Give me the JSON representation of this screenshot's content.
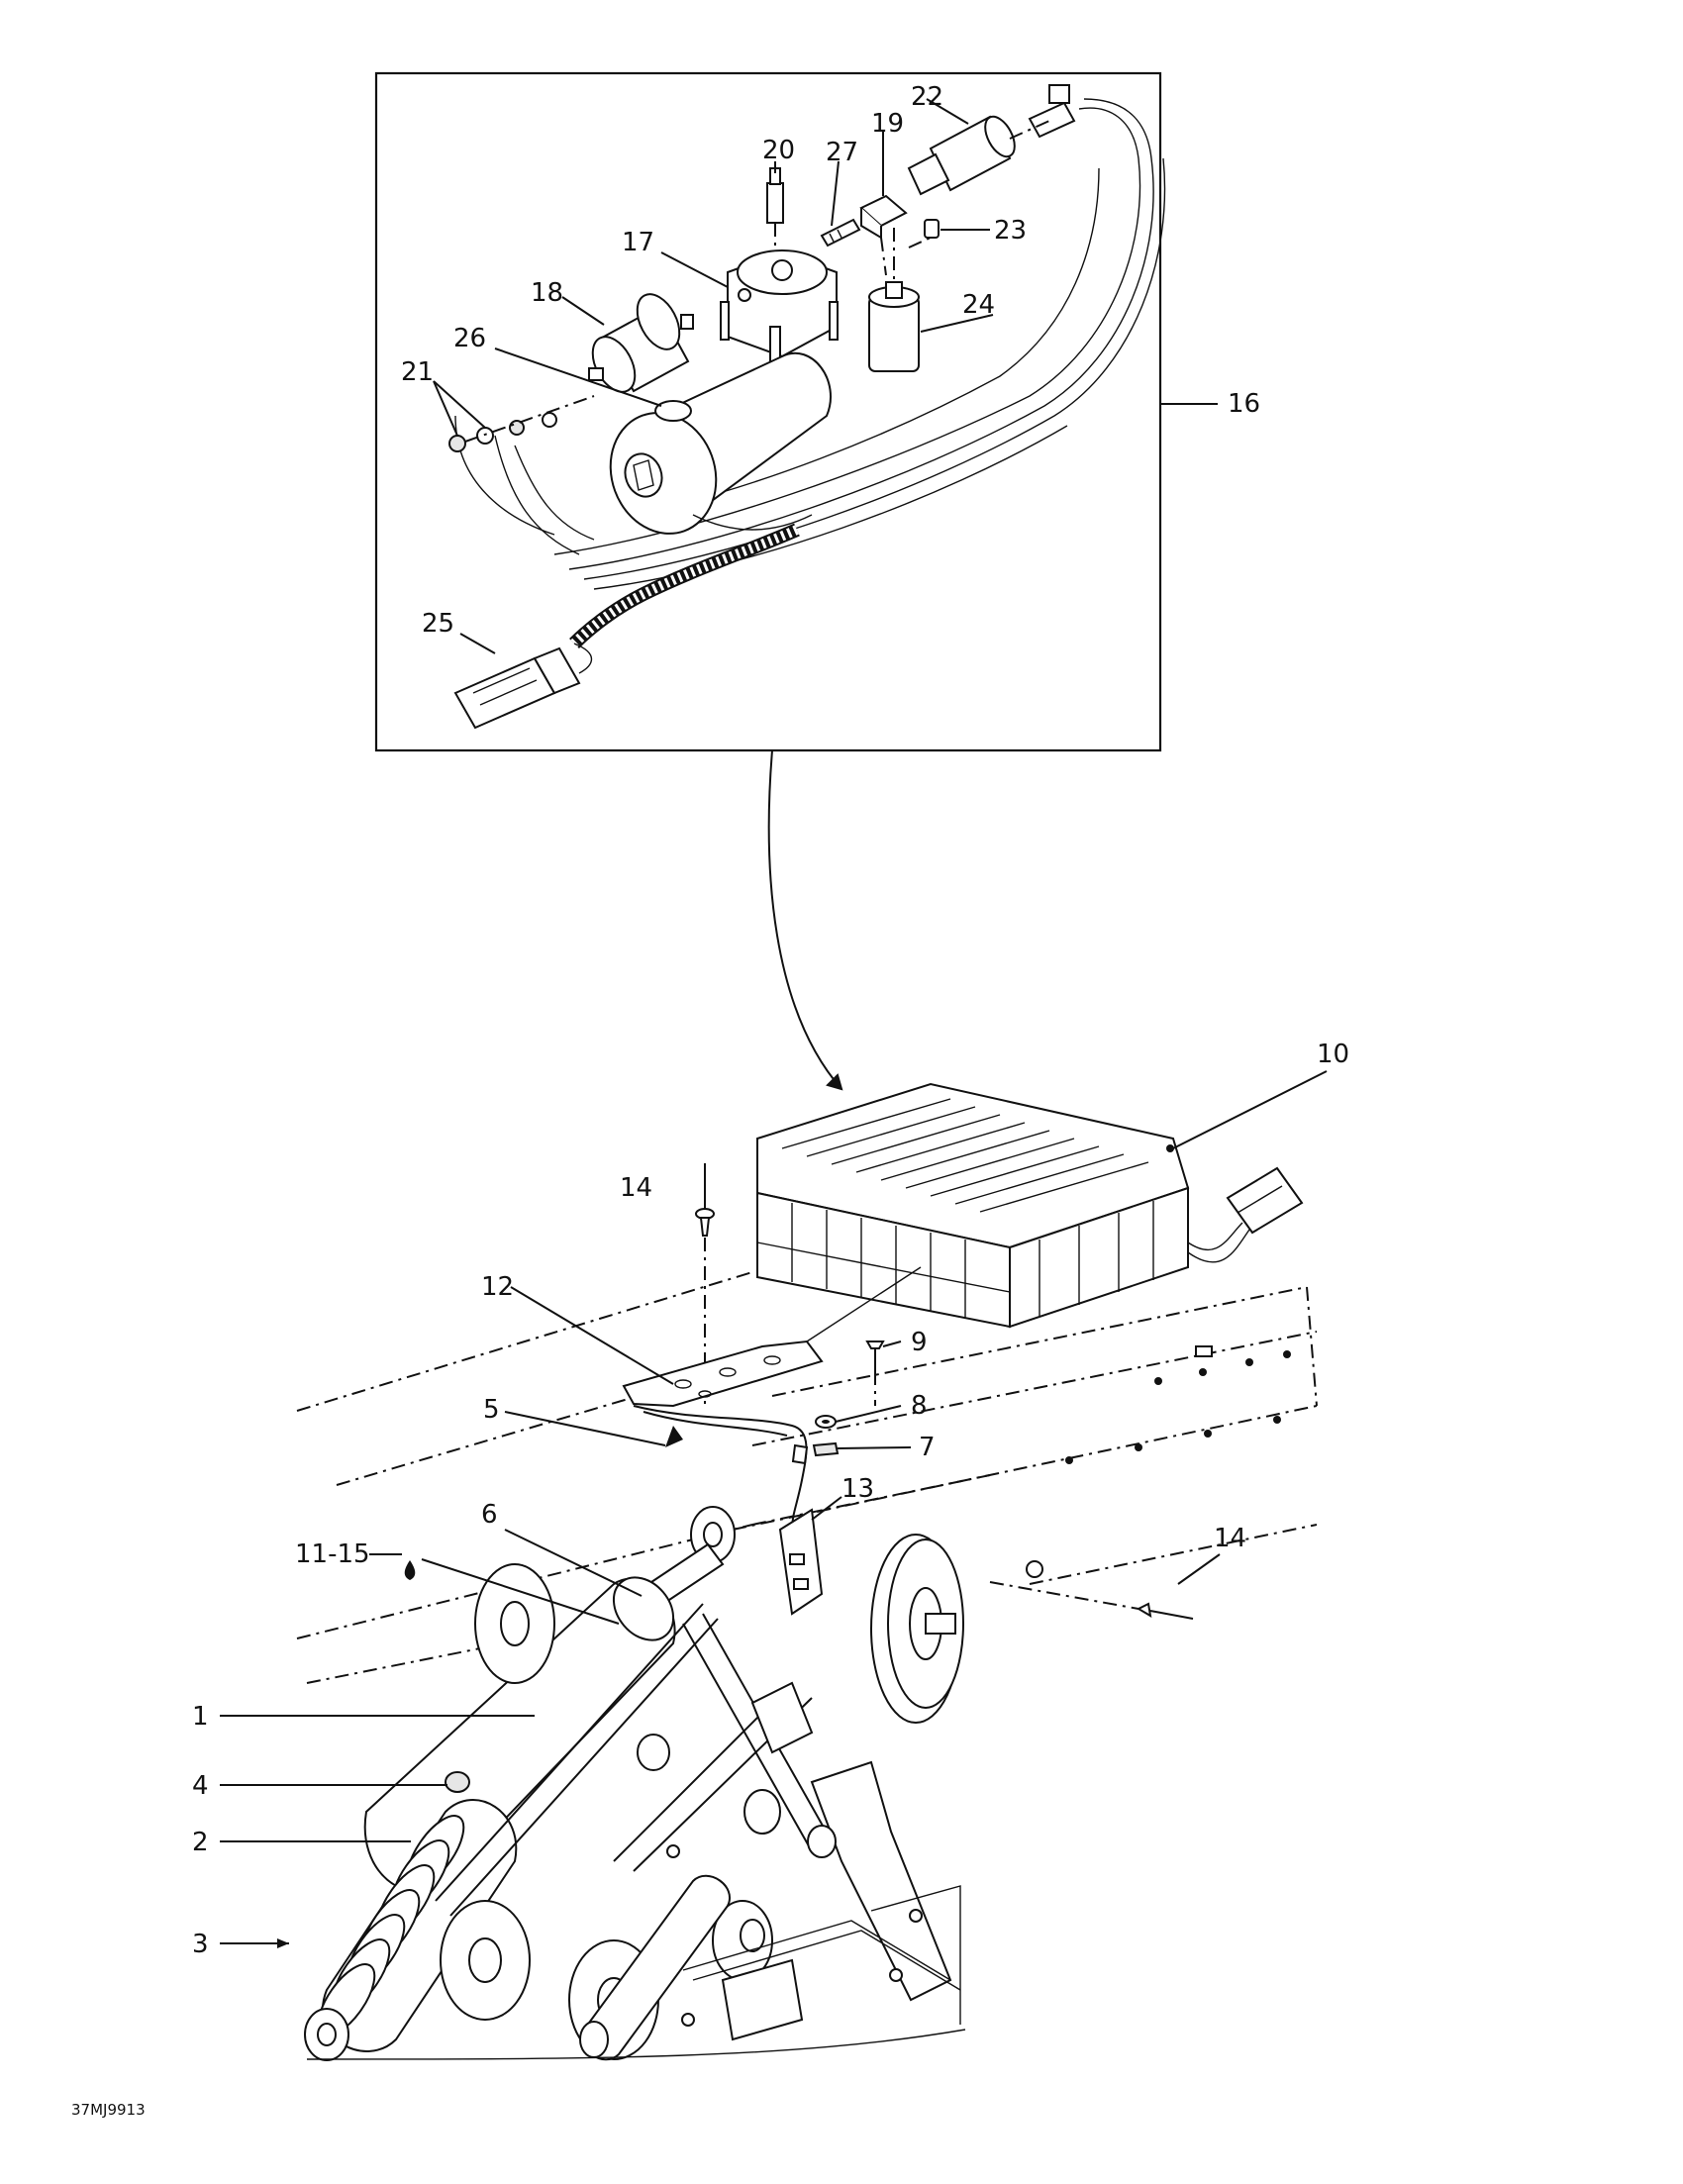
{
  "diagram": {
    "reference_code": "37MJ9913",
    "callouts": {
      "c1": "1",
      "c2": "2",
      "c3": "3",
      "c4": "4",
      "c5": "5",
      "c6": "6",
      "c7": "7",
      "c8": "8",
      "c9": "9",
      "c10": "10",
      "c11_15": "11-15",
      "c12": "12",
      "c13": "13",
      "c14a": "14",
      "c14b": "14",
      "c16": "16",
      "c17": "17",
      "c18": "18",
      "c19": "19",
      "c20": "20",
      "c21": "21",
      "c22": "22",
      "c23": "23",
      "c24": "24",
      "c25": "25",
      "c26": "26",
      "c27": "27"
    }
  }
}
